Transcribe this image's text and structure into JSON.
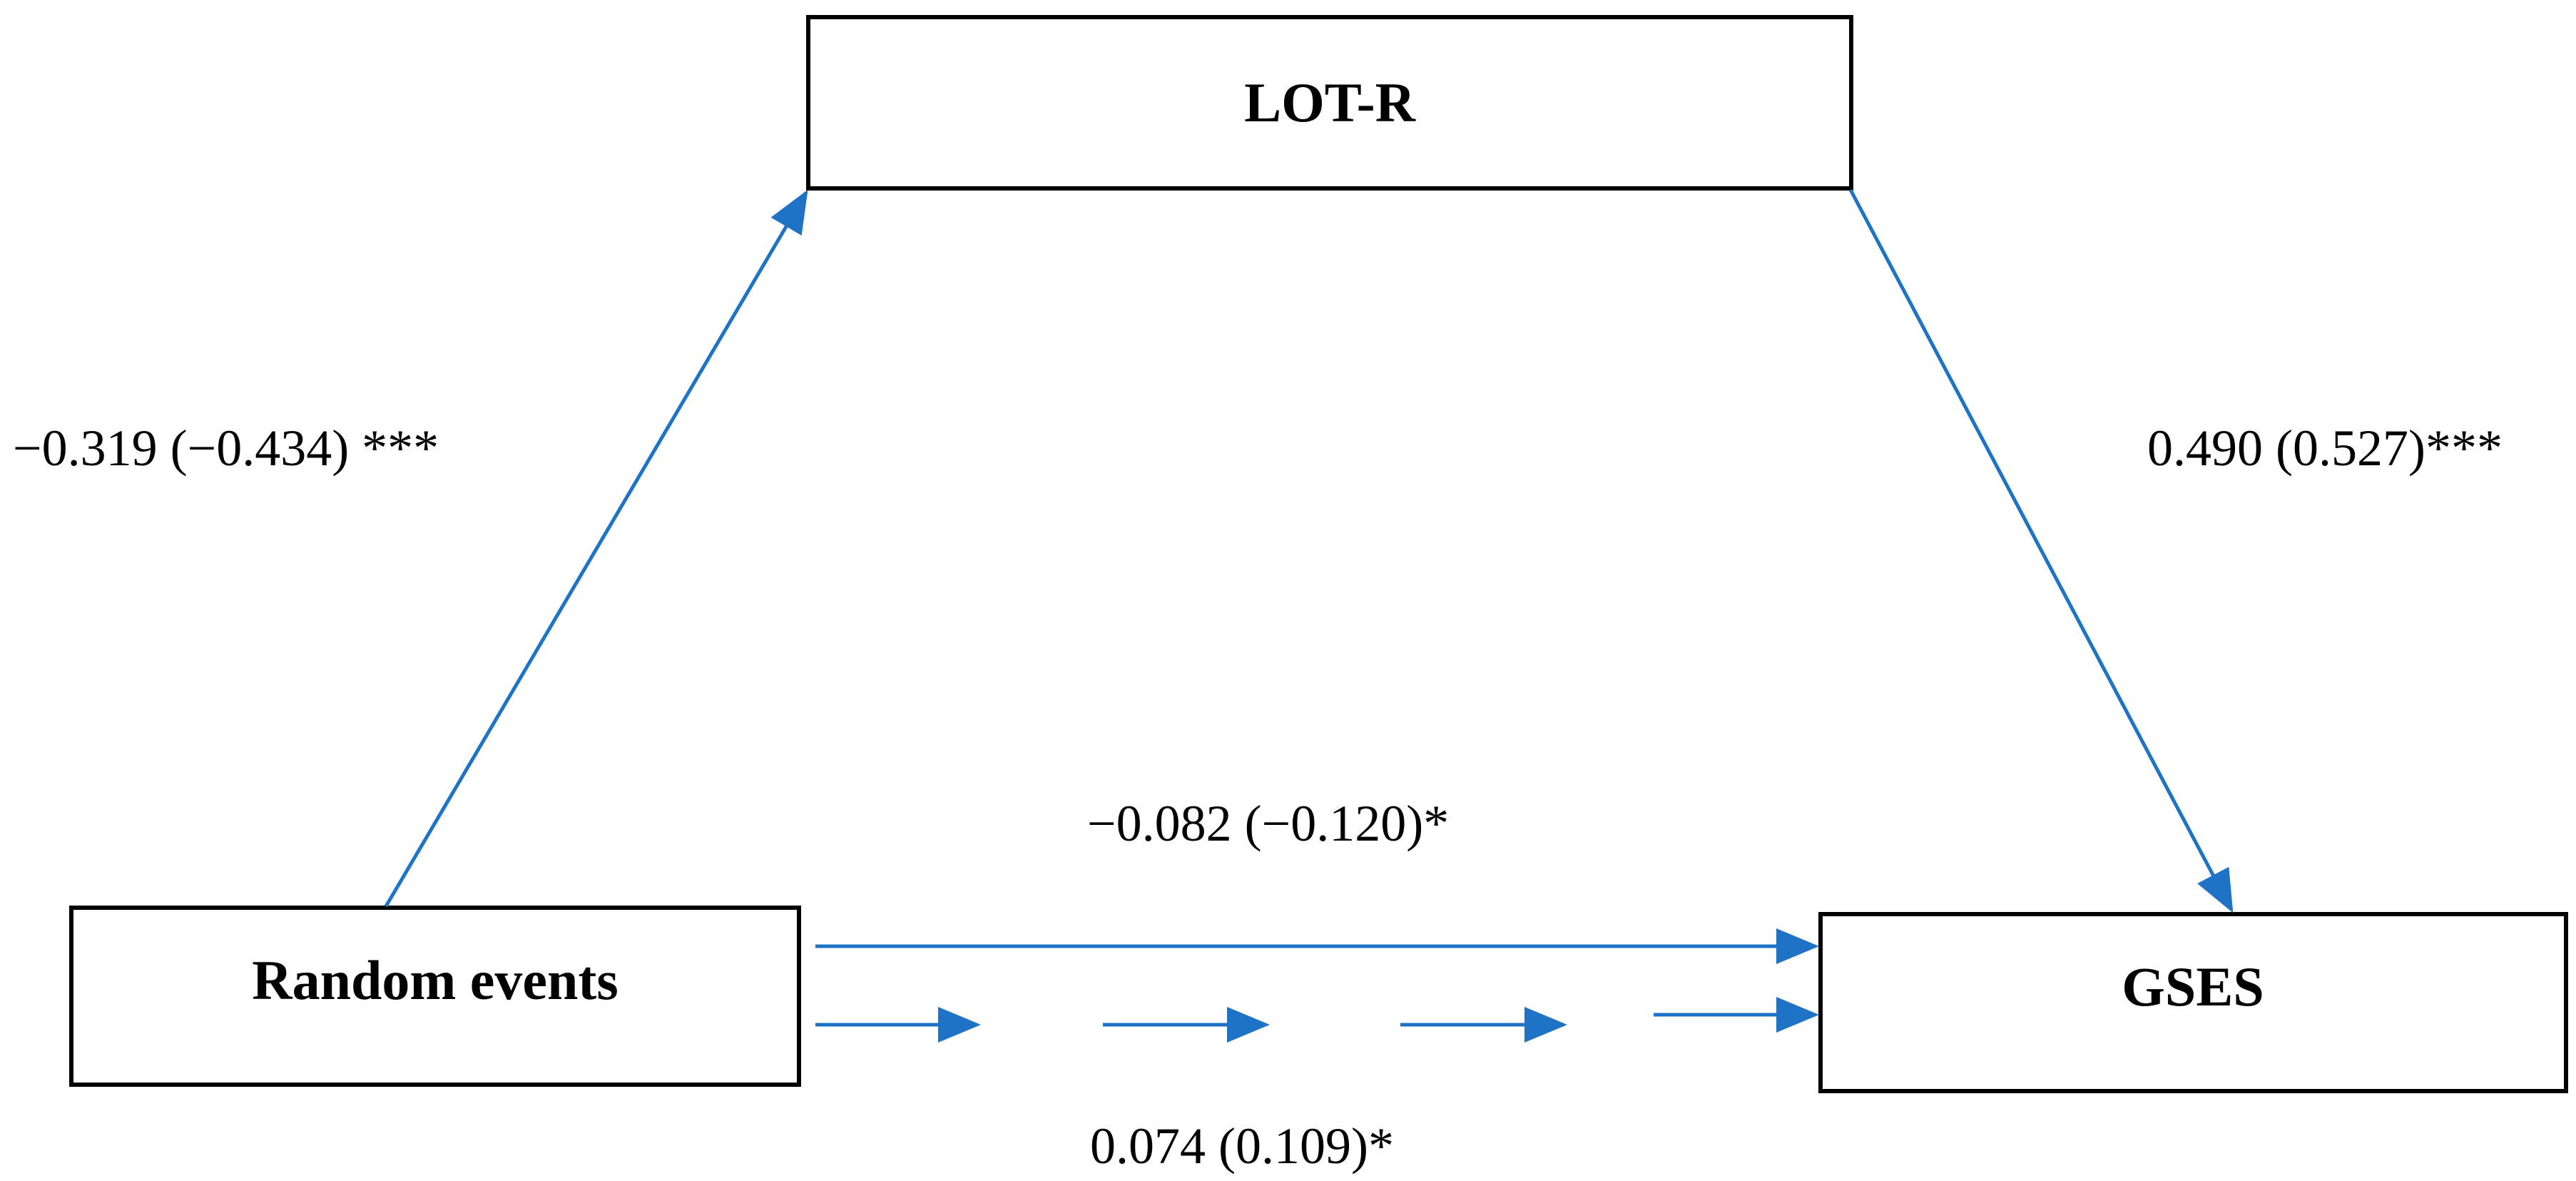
{
  "colors": {
    "arrow": "#1f73c6",
    "box_border": "#000000",
    "text": "#000000",
    "background": "#ffffff"
  },
  "nodes": {
    "mediator": {
      "label": "LOT-R"
    },
    "predictor": {
      "label": "Random events"
    },
    "outcome": {
      "label": "GSES"
    }
  },
  "paths": {
    "a_path": {
      "label": "−0.319 (−0.434) ***"
    },
    "b_path": {
      "label": "0.490 (0.527)***"
    },
    "direct_effect": {
      "label": "−0.082 (−0.120)*"
    },
    "indirect_effect": {
      "label": "0.074 (0.109)*"
    }
  }
}
